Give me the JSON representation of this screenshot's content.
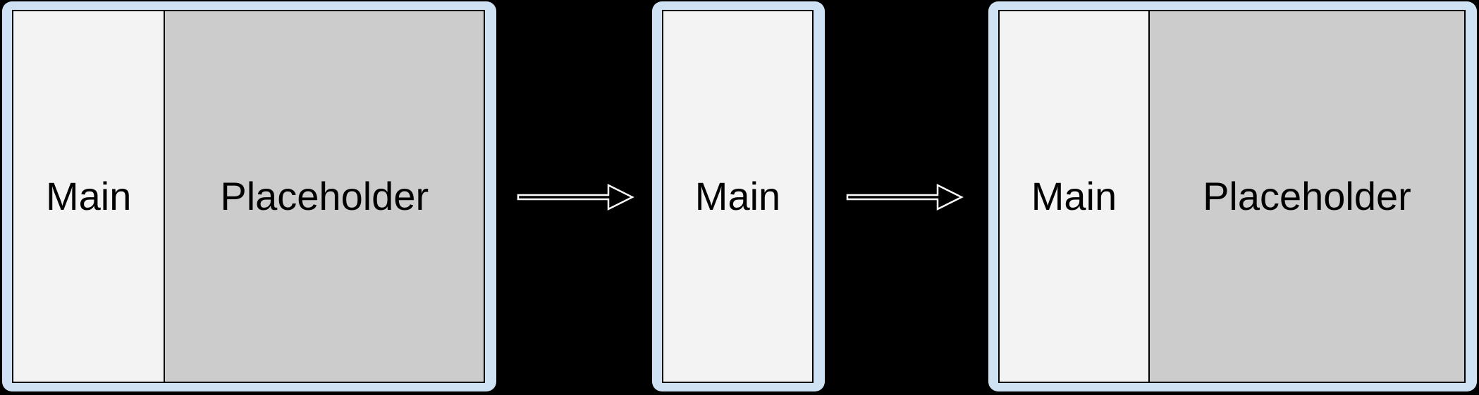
{
  "colors": {
    "background": "#000000",
    "panel_frame": "#cfe2f3",
    "main_bg": "#f3f3f3",
    "placeholder_bg": "#cccccc",
    "stroke": "#000000",
    "label_color": "#000000",
    "arrow_fill": "#000000",
    "arrow_outline": "#ffffff"
  },
  "panels": [
    {
      "sections": [
        {
          "label": "Main"
        },
        {
          "label": "Placeholder"
        }
      ]
    },
    {
      "sections": [
        {
          "label": "Main"
        }
      ]
    },
    {
      "sections": [
        {
          "label": "Main"
        },
        {
          "label": "Placeholder"
        }
      ]
    }
  ]
}
